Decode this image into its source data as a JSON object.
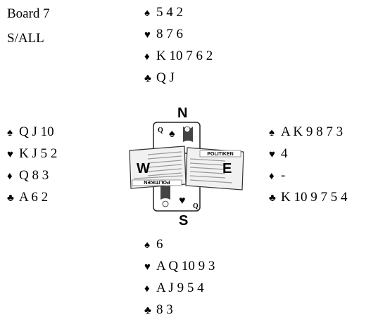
{
  "board": {
    "title": "Board 7",
    "dealer_vul": "S/ALL"
  },
  "suit_symbols": {
    "spades": "♠",
    "hearts": "♥",
    "diamonds": "♦",
    "clubs": "♣"
  },
  "hands": {
    "north": {
      "spades": "5 4 2",
      "hearts": "8 7 6",
      "diamonds": "K 10 7 6 2",
      "clubs": "Q J"
    },
    "west": {
      "spades": "Q J 10",
      "hearts": "K J 5 2",
      "diamonds": "Q 8 3",
      "clubs": "A 6 2"
    },
    "east": {
      "spades": "A K 9 8 7 3",
      "hearts": "4",
      "diamonds": "-",
      "clubs": "K 10 9 7 5 4"
    },
    "south": {
      "spades": "6",
      "hearts": "A Q 10 9 3",
      "diamonds": "A J 9 5 4",
      "clubs": "8 3"
    }
  },
  "compass": {
    "n": "N",
    "s": "S",
    "w": "W",
    "e": "E",
    "newspaper_logo": "POLITIKEN"
  }
}
